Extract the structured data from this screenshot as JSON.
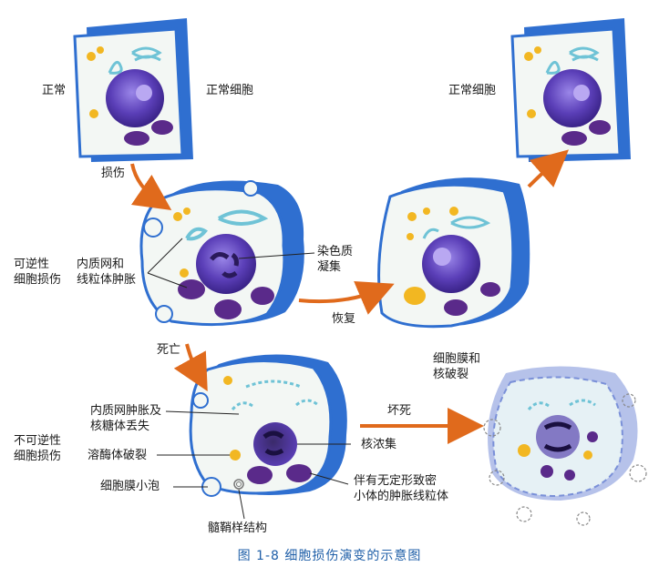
{
  "labels": {
    "normal_left": "正常",
    "normal_cell_1": "正常细胞",
    "normal_cell_2": "正常细胞",
    "injury": "损伤",
    "reversible": "可逆性\n细胞损伤",
    "er_mito_swelling": "内质网和\n线粒体肿胀",
    "chromatin": "染色质\n凝集",
    "recovery": "恢复",
    "death": "死亡",
    "membrane_nucleus_rupture": "细胞膜和\n核破裂",
    "er_ribosome": "内质网肿胀及\n核糖体丢失",
    "necrosis": "坏死",
    "irreversible": "不可逆性\n细胞损伤",
    "lysosome_rupture": "溶酶体破裂",
    "pyknosis": "核浓集",
    "blebs": "细胞膜小泡",
    "amorphous_mito": "伴有无定形致密\n小体的肿胀线粒体",
    "myelin": "髓鞘样结构"
  },
  "caption": "图 1-8   细胞损伤演变的示意图",
  "colors": {
    "membrane_blue": "#2f6fd0",
    "cytoplasm": "#f3f7f4",
    "nucleus": "#5b3fb8",
    "er_teal": "#6fc3d6",
    "granule_yellow": "#f2b722",
    "mito_purple": "#5a2a8a",
    "arrow_orange": "#e06a1c",
    "caption_blue": "#1f5fa8"
  }
}
